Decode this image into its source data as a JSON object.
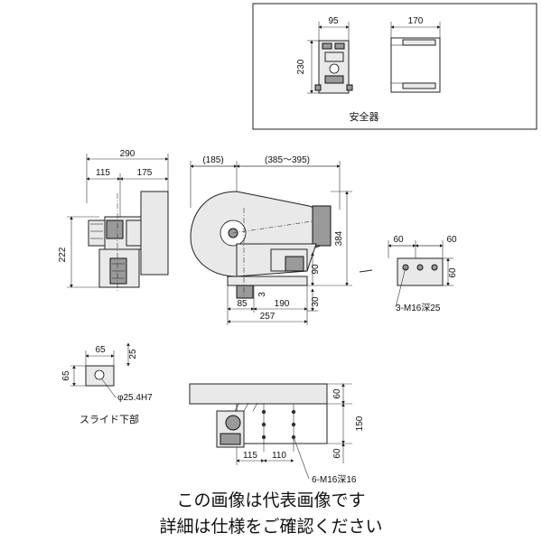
{
  "safety_box": {
    "title": "安全器",
    "dims": {
      "w1": "95",
      "w2": "170",
      "h1": "230"
    }
  },
  "front_view": {
    "dims": {
      "total": "290",
      "left": "115",
      "right": "175",
      "height": "222"
    }
  },
  "side_view": {
    "dims": {
      "top_left": "(185)",
      "top_range": "(385～395)",
      "height": "384",
      "h90": "90",
      "h30": "30",
      "h3": "3",
      "b85": "85",
      "b190": "190",
      "b257": "257"
    }
  },
  "right_bolster": {
    "dims": {
      "d60a": "60",
      "d60b": "60",
      "d60c": "60"
    },
    "note": "3-M16深25"
  },
  "slide_detail": {
    "dims": {
      "d65w": "65",
      "d25": "25",
      "d65h": "65"
    },
    "hole_note": "φ25.4H7",
    "title": "スライド下部"
  },
  "bottom_view": {
    "dims": {
      "d60a": "60",
      "d150": "150",
      "d60b": "60",
      "d115": "115",
      "d110": "110"
    },
    "note": "6-M16深16"
  },
  "footer": {
    "line1": "この画像は代表画像です",
    "line2": "詳細は仕様をご確認ください"
  }
}
